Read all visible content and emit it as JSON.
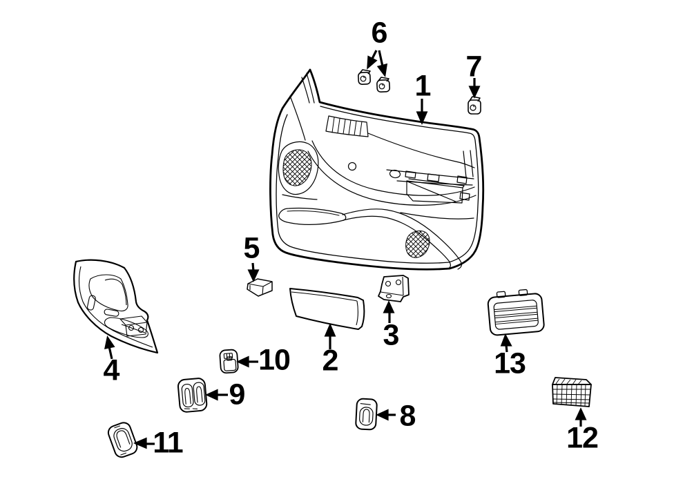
{
  "colors": {
    "background": "#ffffff",
    "line": "#000000",
    "label": "#000000"
  },
  "callouts": [
    {
      "number": "1"
    },
    {
      "number": "2"
    },
    {
      "number": "3"
    },
    {
      "number": "4"
    },
    {
      "number": "5"
    },
    {
      "number": "6"
    },
    {
      "number": "7"
    },
    {
      "number": "8"
    },
    {
      "number": "9"
    },
    {
      "number": "10"
    },
    {
      "number": "11"
    },
    {
      "number": "12"
    },
    {
      "number": "13"
    }
  ]
}
